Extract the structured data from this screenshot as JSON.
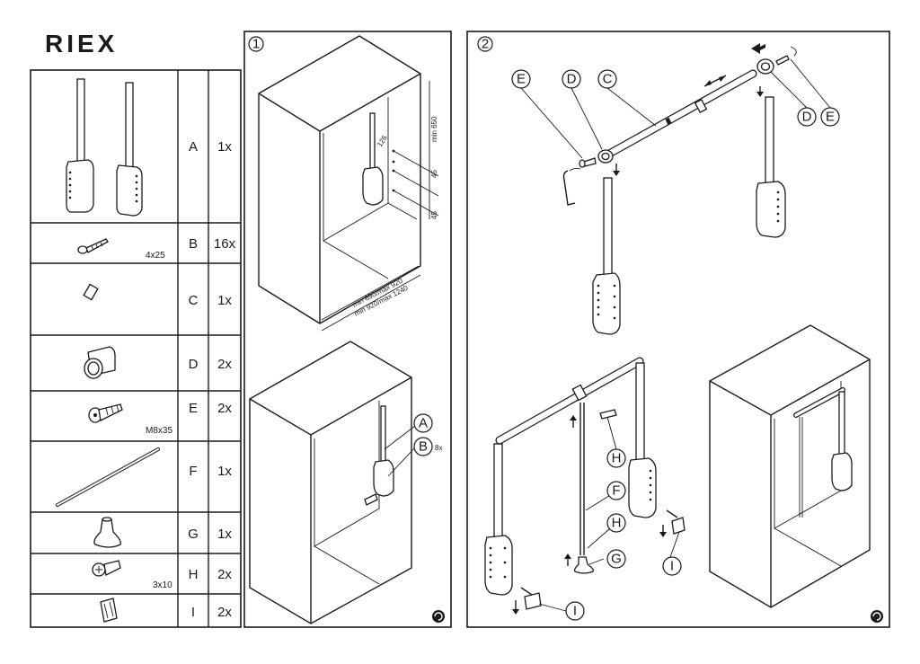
{
  "brand": {
    "logo_text": "RIEX"
  },
  "parts_table": {
    "rows": [
      {
        "letter": "A",
        "qty": "1x",
        "spec": "",
        "icon": "lift-arms-pair"
      },
      {
        "letter": "B",
        "qty": "16x",
        "spec": "4x25",
        "icon": "wood-screw"
      },
      {
        "letter": "C",
        "qty": "1x",
        "spec": "",
        "icon": "telescopic-rail"
      },
      {
        "letter": "D",
        "qty": "2x",
        "spec": "",
        "icon": "rail-bracket"
      },
      {
        "letter": "E",
        "qty": "2x",
        "spec": "M8x35",
        "icon": "bolt"
      },
      {
        "letter": "F",
        "qty": "1x",
        "spec": "",
        "icon": "pull-rod"
      },
      {
        "letter": "G",
        "qty": "1x",
        "spec": "",
        "icon": "rod-handle"
      },
      {
        "letter": "H",
        "qty": "2x",
        "spec": "3x10",
        "icon": "small-screw"
      },
      {
        "letter": "I",
        "qty": "2x",
        "spec": "",
        "icon": "end-clip"
      }
    ]
  },
  "step1": {
    "number": "1",
    "dims": {
      "height": "min 650",
      "offset": "126",
      "spacing_a": "45",
      "spacing_b": "45",
      "width_a": "min 690/max 920",
      "width_b": "min 920/max 1240"
    },
    "callouts": [
      {
        "letter": "A",
        "qty": ""
      },
      {
        "letter": "B",
        "qty": "8x"
      }
    ]
  },
  "step2": {
    "number": "2",
    "callouts_top": [
      "E",
      "D",
      "C",
      "D",
      "E"
    ],
    "callouts_bottom": [
      "H",
      "F",
      "H",
      "G",
      "I",
      "I"
    ]
  }
}
